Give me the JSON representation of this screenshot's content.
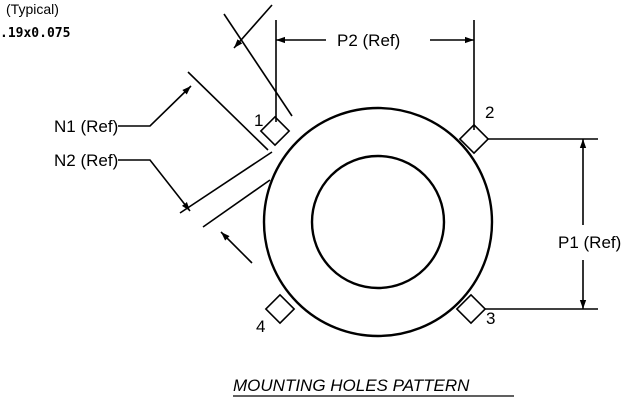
{
  "note": {
    "line1": "(Typical)",
    "line2": ".19x0.075"
  },
  "dimensions": {
    "p2": "P2 (Ref)",
    "p1": "P1 (Ref)",
    "n1": "N1 (Ref)",
    "n2": "N2 (Ref)"
  },
  "holes": {
    "h1": "1",
    "h2": "2",
    "h3": "3",
    "h4": "4"
  },
  "caption": "MOUNTING HOLES PATTERN"
}
